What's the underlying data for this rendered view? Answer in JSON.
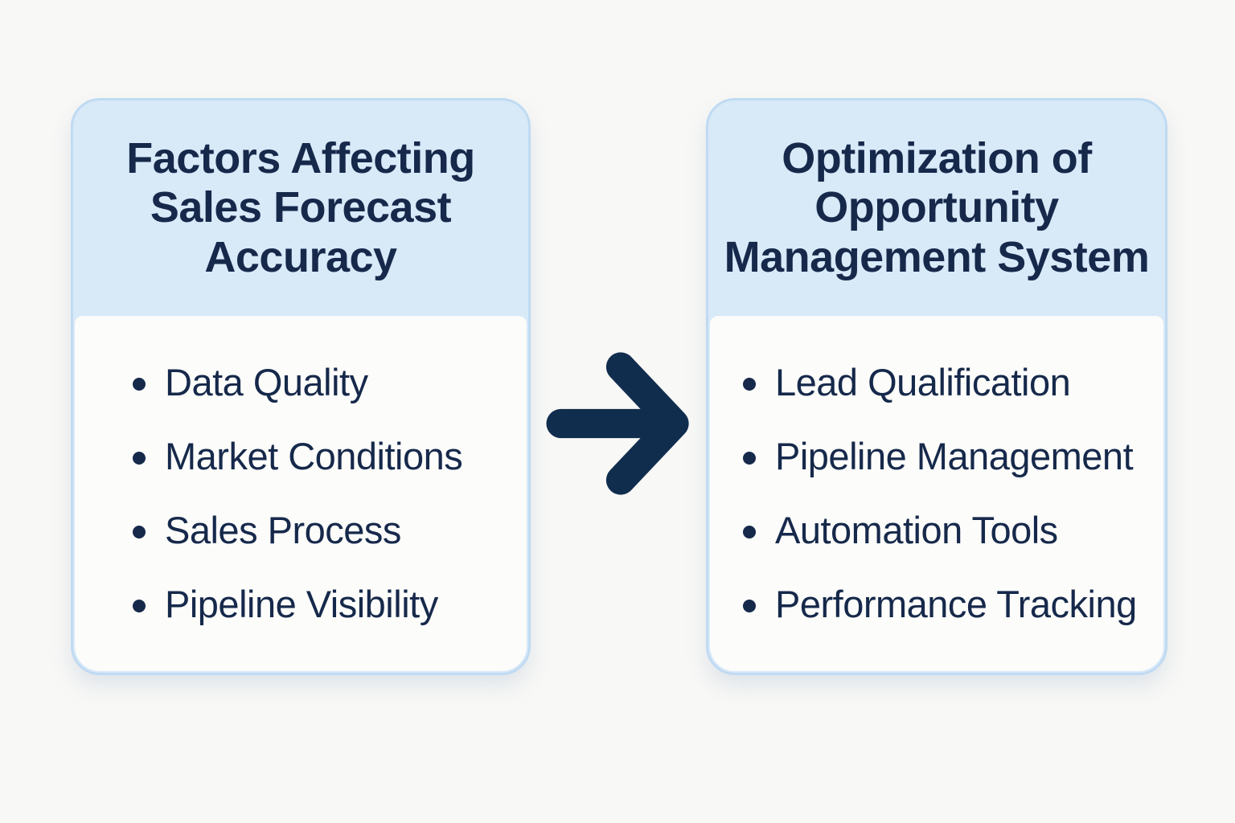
{
  "page": {
    "background_color": "#f8f8f6"
  },
  "cards": [
    {
      "title": "Factors Affecting\nSales Forecast\nAccuracy",
      "items": [
        "Data Quality",
        "Market Conditions",
        "Sales Process",
        "Pipeline Visibility"
      ]
    },
    {
      "title": "Optimization of\nOpportunity\nManagement System",
      "items": [
        "Lead Qualification",
        "Pipeline Management",
        "Automation Tools",
        "Performance Tracking"
      ]
    }
  ],
  "arrow": {
    "name": "right-arrow",
    "color": "#112d4e"
  },
  "colors": {
    "header_fill": "#d8e9f8",
    "card_border": "#c0daf2",
    "body_fill": "#fcfcfa",
    "text_navy": "#16294b"
  }
}
